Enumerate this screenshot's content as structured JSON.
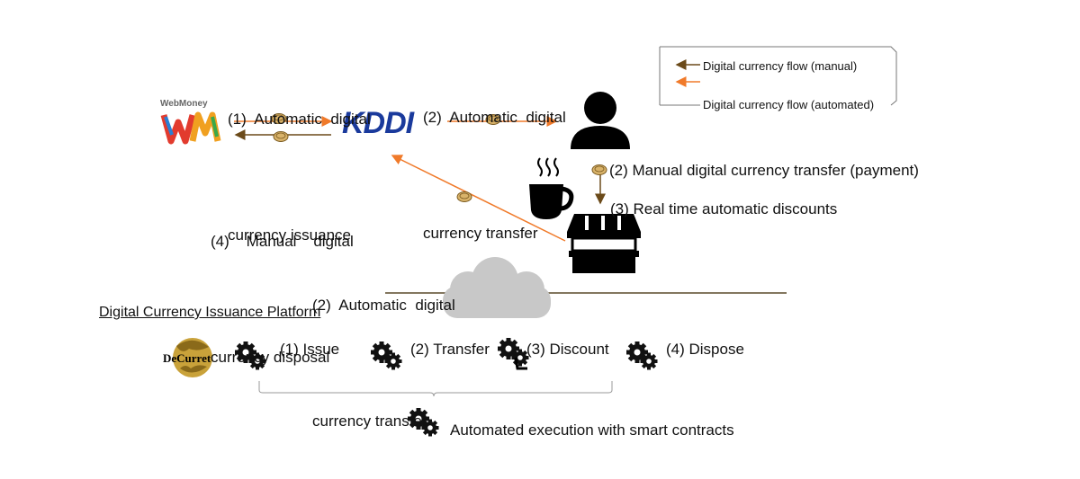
{
  "labels": {
    "issuance": [
      "(1)  Automatic  digital",
      "currency issuance"
    ],
    "transfer_top": [
      "(2)  Automatic  digital",
      "currency transfer"
    ],
    "disposal": [
      "(4)    Manual    digital",
      "currency disposal"
    ],
    "transfer_bottom": [
      "(2)  Automatic  digital",
      "currency transfer"
    ],
    "manual_payment": "(2) Manual digital currency transfer (payment)",
    "realtime_discounts": "(3) Real time automatic discounts"
  },
  "legend": {
    "manual": "Digital currency flow (manual)",
    "automated": "Digital currency flow (automated)"
  },
  "logos": {
    "webmoney_text": "WebMoney",
    "kddi_text": "KDDI",
    "decurret_text": "DeCurret"
  },
  "platform": {
    "title": "Digital Currency Issuance Platform",
    "steps": [
      "(1) Issue",
      "(2) Transfer",
      "(3) Discount",
      "(4) Dispose"
    ],
    "automated_execution": "Automated execution with smart contracts"
  },
  "colors": {
    "automated_flow": "#f07a2a",
    "manual_flow": "#6b4a1a",
    "coin": "#d9b36a",
    "kddi_blue": "#1a3a9c",
    "cloud": "#c8c8c8"
  },
  "icons": [
    "webmoney-logo",
    "kddi-logo",
    "person-icon",
    "coffee-cup-icon",
    "shop-icon",
    "cloud-icon",
    "decurret-logo",
    "gears-icon",
    "coin-icon"
  ]
}
